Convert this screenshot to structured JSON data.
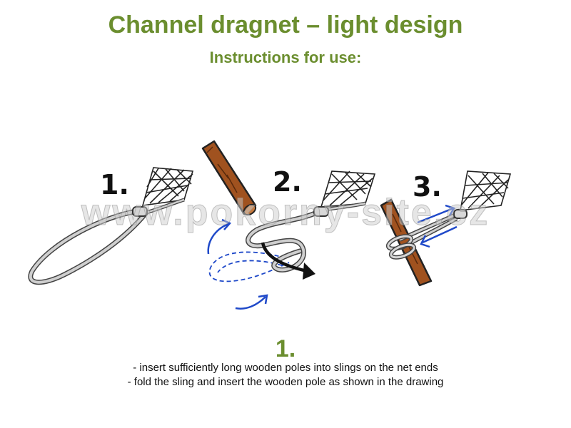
{
  "title": "Channel dragnet – light design",
  "subtitle": "Instructions for use:",
  "watermark": "www.pokorny-site.cz",
  "steps": [
    {
      "label": "1."
    },
    {
      "label": "2."
    },
    {
      "label": "3."
    }
  ],
  "current_step": "1.",
  "instructions": [
    "- insert sufficiently long wooden poles into slings on the net ends",
    "- fold the sling and insert the wooden pole as shown in the drawing"
  ],
  "colors": {
    "heading": "#6b8e2f",
    "arrow": "#1f49c9",
    "pole": "#a0521f",
    "rope": "#bfbfbf"
  }
}
